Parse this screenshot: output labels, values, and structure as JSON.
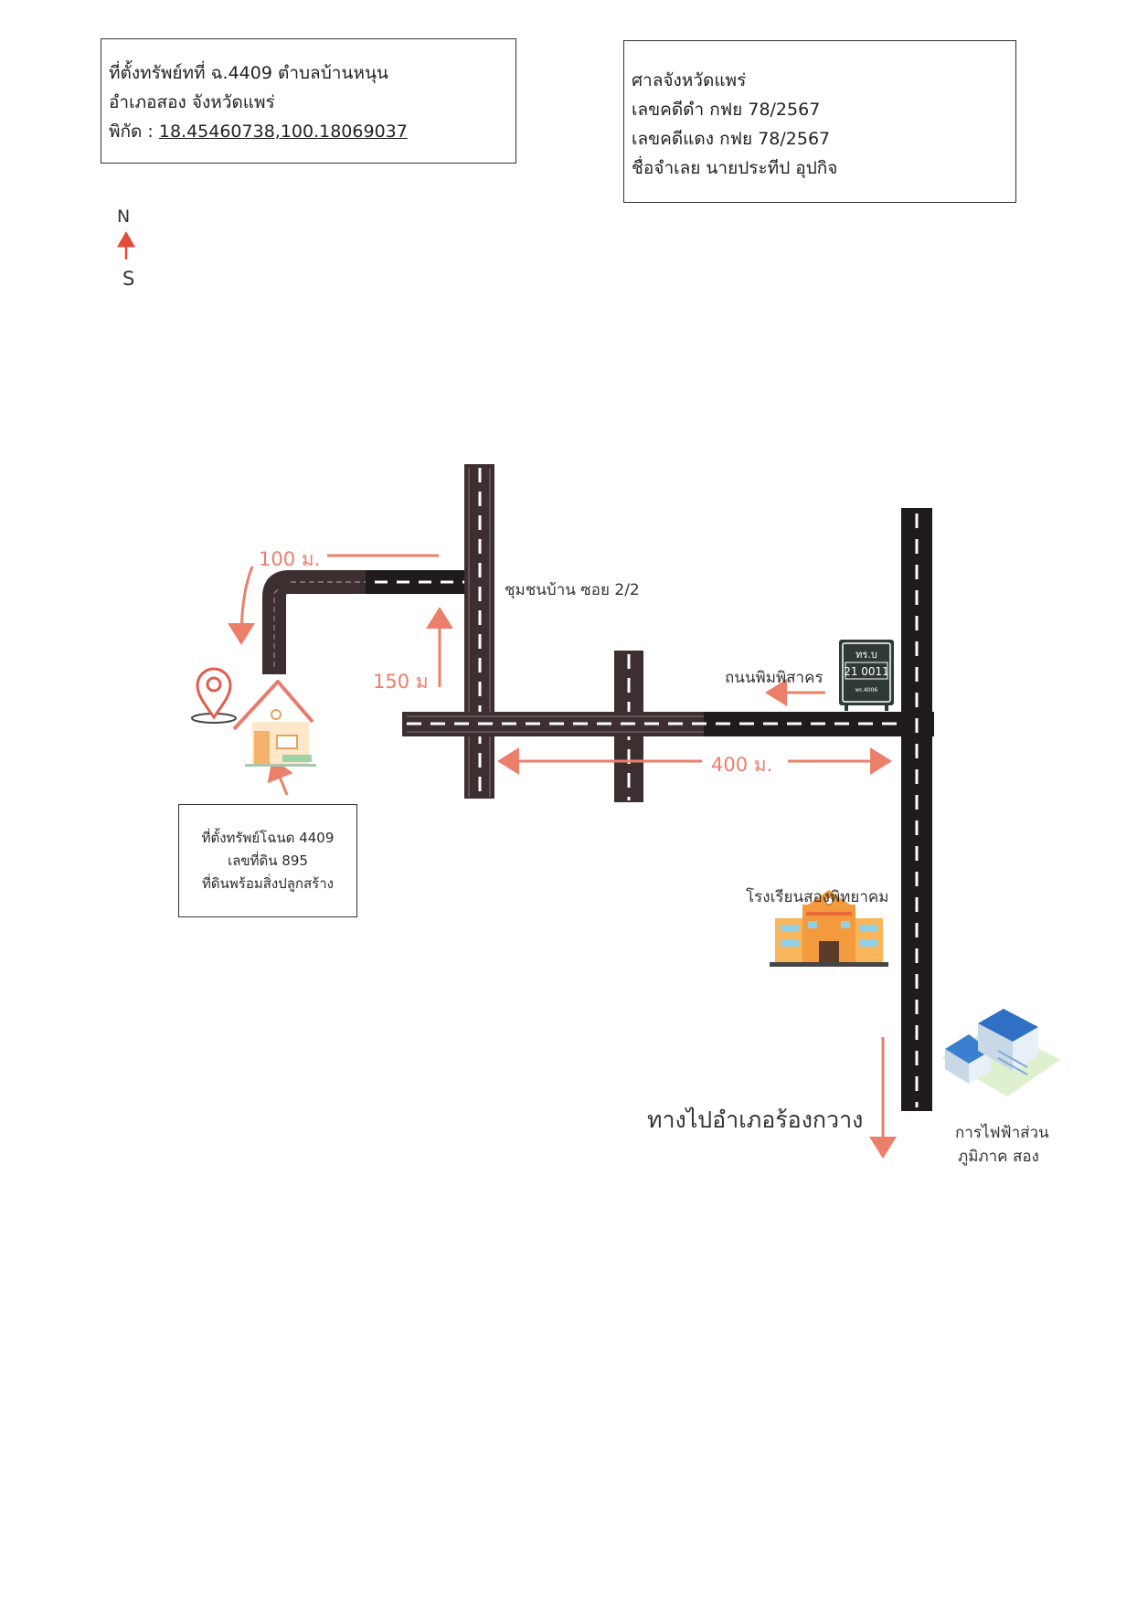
{
  "location_box": {
    "line1": "ที่ตั้งทรัพย์ทที่  ฉ.4409 ตำบลบ้านหนุน",
    "line2": "อำเภอสอง จังหวัดแพร่",
    "coord_label": "พิกัด : ",
    "coord_value": "18.45460738,100.18069037"
  },
  "court_box": {
    "line1": "ศาลจังหวัดแพร่",
    "line2": "เลขคดีดำ กฟย 78/2567",
    "line3": "เลขคดีแดง กฟย 78/2567",
    "line4": "ชื่อจำเลย นายประทีป อุปกิจ"
  },
  "compass": {
    "north": "N",
    "south": "S"
  },
  "labels": {
    "dist_100": "100 ม.",
    "dist_150": "150 ม",
    "dist_400": "400 ม.",
    "community": "ชุมชนบ้าน ซอย 2/2",
    "road_name": "ถนนพิมพิสาคร",
    "school": "โรงเรียนสองพิทยาคม",
    "to_district": "ทางไปอำเภอร้องกวาง",
    "pea_line1": "การไฟฟ้าส่วน",
    "pea_line2": "ภูมิภาค สอง"
  },
  "property_box": {
    "line1": "ที่ตั้งทรัพย์โฉนด 4409",
    "line2": "เลขที่ดิน 895",
    "line3": "ที่ดินพร้อมสิ่งปลูกสร้าง"
  },
  "road_sign": {
    "top": "ทร.บ",
    "number": "21 0011",
    "bottom": "พร.4006"
  },
  "colors": {
    "road": "#3d2f30",
    "road_dark": "#1f1a1b",
    "arrow": "#ec7f6a",
    "pin": "#e05e4f"
  }
}
